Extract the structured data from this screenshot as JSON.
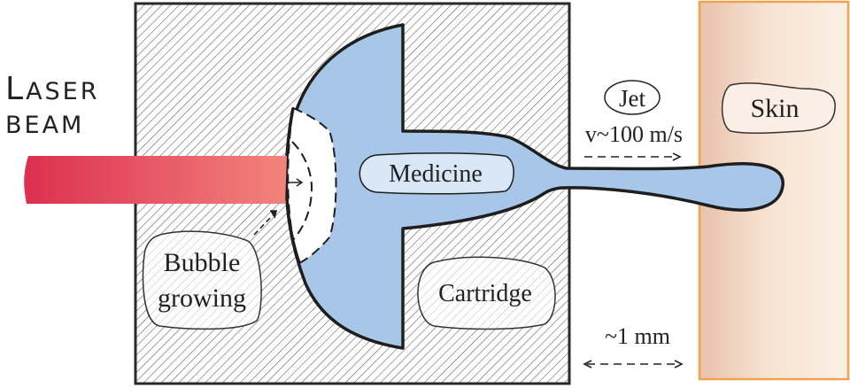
{
  "laser": {
    "line1_big": "L",
    "line1_rest": "ASER",
    "line2": "BEAM"
  },
  "labels": {
    "bubble_line1": "Bubble",
    "bubble_line2": "growing",
    "medicine": "Medicine",
    "cartridge": "Cartridge",
    "jet": "Jet",
    "velocity": "v~100 m/s",
    "distance": "~1 mm",
    "skin": "Skin"
  },
  "colors": {
    "laser_start": "#dc2f50",
    "laser_end": "#f3837c",
    "medicine": "#a8c7e8",
    "medicine_label": "#d8e6f6",
    "skin_start": "#e9c2ad",
    "skin_end": "#fbf0e6",
    "skin_border": "#f0a24e",
    "outline": "#2a2a2a"
  }
}
